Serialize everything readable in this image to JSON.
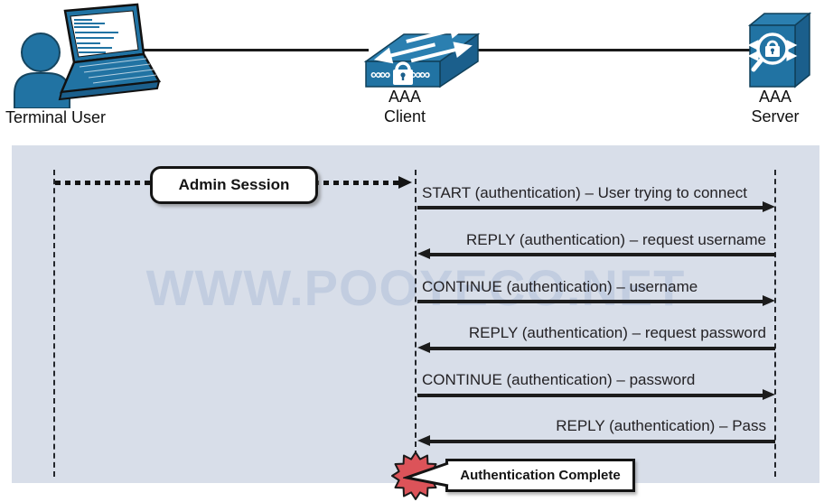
{
  "topology": {
    "terminal_user": {
      "label": "Terminal User"
    },
    "aaa_client": {
      "label_line1": "AAA",
      "label_line2": "Client"
    },
    "aaa_server": {
      "label_line1": "AAA",
      "label_line2": "Server"
    }
  },
  "sequence": {
    "admin_session": {
      "label": "Admin Session"
    },
    "messages": [
      {
        "text": "START (authentication) – User trying to connect",
        "direction": "client-to-server"
      },
      {
        "text": "REPLY (authentication) – request username",
        "direction": "server-to-client"
      },
      {
        "text": "CONTINUE (authentication) – username",
        "direction": "client-to-server"
      },
      {
        "text": "REPLY (authentication) – request password",
        "direction": "server-to-client"
      },
      {
        "text": "CONTINUE (authentication) – password",
        "direction": "client-to-server"
      },
      {
        "text": "REPLY (authentication) – Pass",
        "direction": "server-to-client"
      }
    ],
    "completion": {
      "label": "Authentication Complete"
    }
  },
  "watermark": {
    "text": "WWW.POOYECO.NET"
  },
  "colors": {
    "node_blue": "#2173a3",
    "node_blue_dark": "#1b5f8c",
    "node_blue_top": "#2b7fb0",
    "panel_background": "#d8dee9",
    "watermark": "#c2cde0",
    "starburst_red": "#dc5359",
    "line_black": "#1a1a1a"
  }
}
